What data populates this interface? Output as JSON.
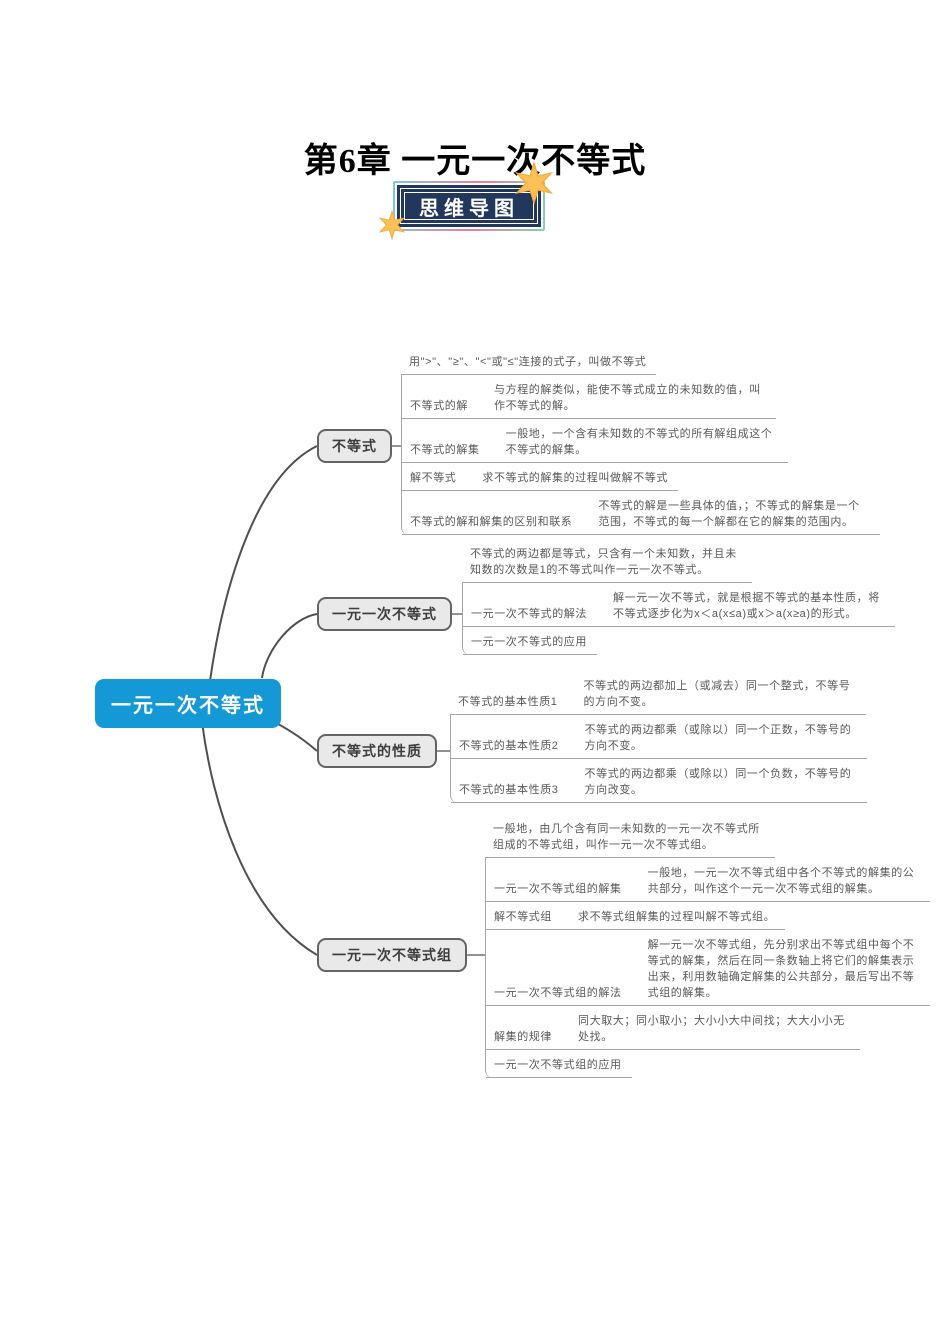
{
  "page": {
    "title": "第6章 一元一次不等式",
    "badge_label": "思维导图"
  },
  "mindmap": {
    "root_label": "一元一次不等式",
    "branches": [
      {
        "label": "不等式",
        "intro": {
          "text": "用\">\"、\"≥\"、\"<\"或\"≤\"连接的式子，叫做不等式"
        },
        "items": [
          {
            "label": "不等式的解",
            "desc": "与方程的解类似，能使不等式成立的未知数的值，叫作不等式的解。"
          },
          {
            "label": "不等式的解集",
            "desc": "一般地，一个含有未知数的不等式的所有解组成这个不等式的解集。"
          },
          {
            "label": "解不等式",
            "desc": "求不等式的解集的过程叫做解不等式"
          },
          {
            "label": "不等式的解和解集的区别和联系",
            "desc": "不等式的解是一些具体的值，；不等式的解集是一个范围，不等式的每一个解都在它的解集的范围内。"
          }
        ]
      },
      {
        "label": "一元一次不等式",
        "intro": {
          "text": "不等式的两边都是等式，只含有一个未知数，并且未知数的次数是1的不等式叫作一元一次不等式。"
        },
        "items": [
          {
            "label": "一元一次不等式的解法",
            "desc": "解一元一次不等式，就是根据不等式的基本性质，将不等式逐步化为x＜a(x≤a)或x＞a(x≥a)的形式。"
          },
          {
            "label": "一元一次不等式的应用",
            "desc": ""
          }
        ]
      },
      {
        "label": "不等式的性质",
        "intro": {
          "label": "不等式的基本性质1",
          "desc": "不等式的两边都加上（或减去）同一个整式，不等号的方向不变。"
        },
        "items": [
          {
            "label": "不等式的基本性质2",
            "desc": "不等式的两边都乘（或除以）同一个正数，不等号的方向不变。"
          },
          {
            "label": "不等式的基本性质3",
            "desc": "不等式的两边都乘（或除以）同一个负数，不等号的方向改变。"
          }
        ]
      },
      {
        "label": "一元一次不等式组",
        "intro": {
          "text": "一般地，由几个含有同一未知数的一元一次不等式所组成的不等式组，叫作一元一次不等式组。"
        },
        "items": [
          {
            "label": "一元一次不等式组的解集",
            "desc": "一般地，一元一次不等式组中各个不等式的解集的公共部分，叫作这个一元一次不等式组的解集。"
          },
          {
            "label": "解不等式组",
            "desc": "求不等式组解集的过程叫解不等式组。"
          },
          {
            "label": "一元一次不等式组的解法",
            "desc": "解一元一次不等式组，先分别求出不等式组中每个不等式的解集，然后在同一条数轴上将它们的解集表示出来，利用数轴确定解集的公共部分，最后写出不等式组的解集。"
          },
          {
            "label": "解集的规律",
            "desc": "同大取大；同小取小；大小小大中间找；大大小小无处找。"
          },
          {
            "label": "一元一次不等式组的应用",
            "desc": ""
          }
        ]
      }
    ]
  },
  "colors": {
    "title_text": "#000000",
    "root_fill": "#1598d6",
    "root_text": "#ffffff",
    "node_fill": "#e9e9e9",
    "node_border": "#646464",
    "node_text": "#3d3d3d",
    "curve": "#4f4f4f",
    "line": "#a6a6a6",
    "text": "#595959",
    "badge_bg": "#21375c",
    "badge_text": "#ffffff",
    "ring_blue": "#79c7e8",
    "ring_pink": "#ef7d96",
    "ring_green": "#7fd8b0",
    "star": "#f5a93c",
    "star_light": "#ffd36b"
  }
}
